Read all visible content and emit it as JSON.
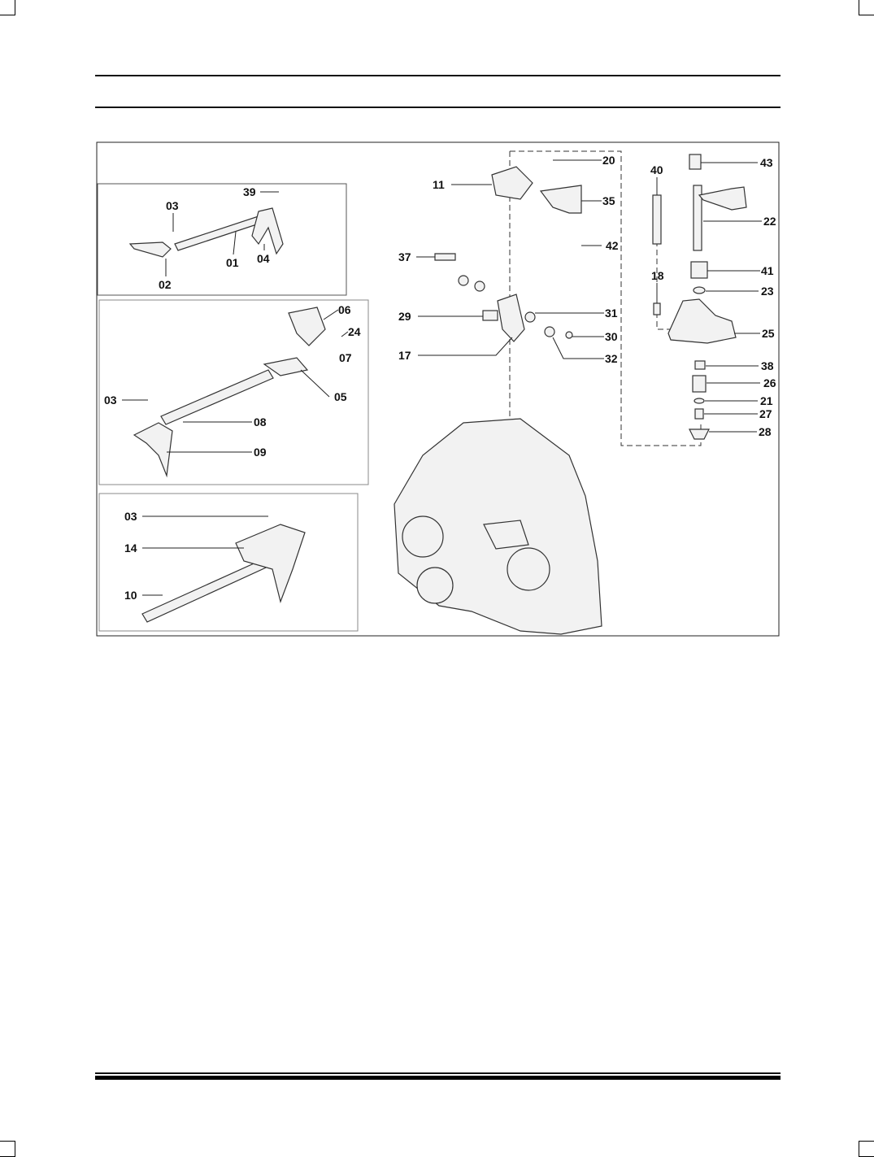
{
  "diagram": {
    "callouts": {
      "c03a": "03",
      "c39": "39",
      "c02": "02",
      "c01": "01",
      "c04": "04",
      "c06": "06",
      "c24": "24",
      "c07": "07",
      "c05": "05",
      "c03b": "03",
      "c08": "08",
      "c09": "09",
      "c03c": "03",
      "c14": "14",
      "c10": "10",
      "c20": "20",
      "c11": "11",
      "c35": "35",
      "c42": "42",
      "c37": "37",
      "c29": "29",
      "c31": "31",
      "c30": "30",
      "c17": "17",
      "c32": "32",
      "c40": "40",
      "c43": "43",
      "c22": "22",
      "c41": "41",
      "c18": "18",
      "c23": "23",
      "c25": "25",
      "c38": "38",
      "c26": "26",
      "c21": "21",
      "c27": "27",
      "c28": "28"
    }
  }
}
